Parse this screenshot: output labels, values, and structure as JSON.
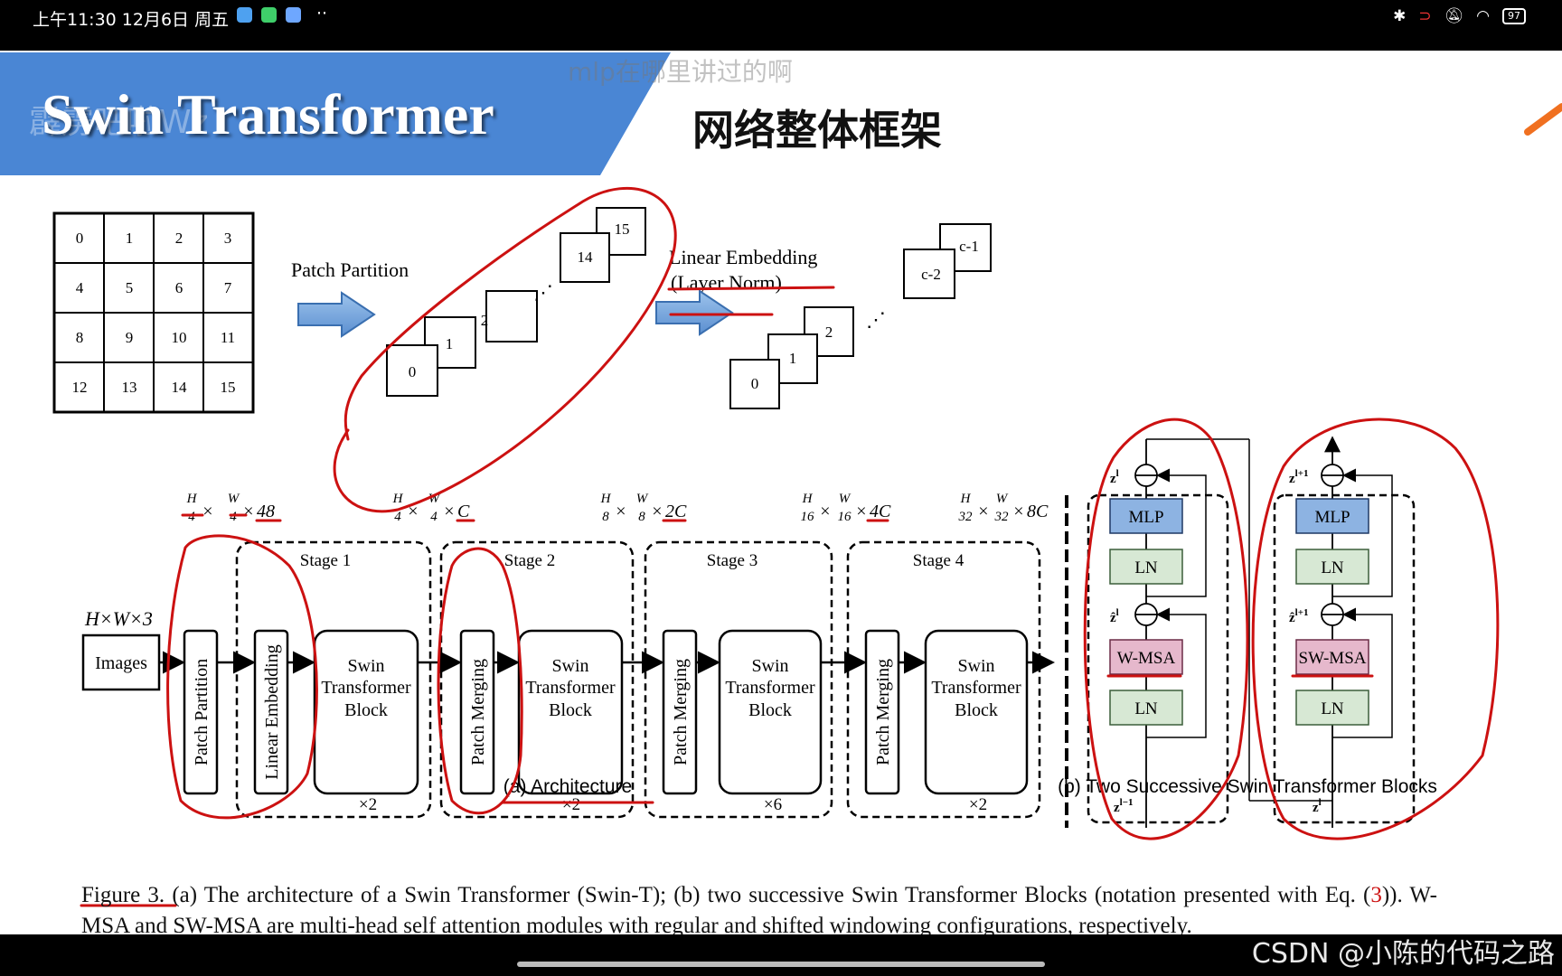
{
  "status_bar": {
    "time": "上午11:30 12月6日 周五",
    "dots": "··",
    "battery": "97"
  },
  "slide": {
    "title": "Swin Transformer",
    "subtitle": "网络整体框架",
    "overlay_question": "mlp在哪里讲过的啊",
    "overlay_left": "霹雳吧啦Wz",
    "colors": {
      "banner": "#4a86d4",
      "annotation": "#cc1111",
      "mlp_box": "#8db3e2",
      "ln_box": "#d7e8d4",
      "msa_box": "#e6b8cc"
    }
  },
  "patch_grid": {
    "cells": [
      "0",
      "1",
      "2",
      "3",
      "4",
      "5",
      "6",
      "7",
      "8",
      "9",
      "10",
      "11",
      "12",
      "13",
      "14",
      "15"
    ]
  },
  "partition": {
    "arrow_label_1": "Patch Partition",
    "patches": [
      "0",
      "1",
      "2",
      "14",
      "15"
    ],
    "arrow_label_2a": "Linear Embedding",
    "arrow_label_2b": "(Layer Norm)",
    "embed_patches": [
      "0",
      "1",
      "2",
      "c-2",
      "c-1"
    ]
  },
  "architecture": {
    "input_dims": "H×W×3",
    "input_label": "Images",
    "patch_partition": "Patch Partition",
    "linear_embedding": "Linear Embedding",
    "patch_merging": "Patch Merging",
    "block_label": [
      "Swin",
      "Transformer",
      "Block"
    ],
    "dims": [
      {
        "h": "H",
        "hd": "4",
        "w": "W",
        "wd": "4",
        "c": "48"
      },
      {
        "h": "H",
        "hd": "4",
        "w": "W",
        "wd": "4",
        "c": "C"
      },
      {
        "h": "H",
        "hd": "8",
        "w": "W",
        "wd": "8",
        "c": "2C"
      },
      {
        "h": "H",
        "hd": "16",
        "w": "W",
        "wd": "16",
        "c": "4C"
      },
      {
        "h": "H",
        "hd": "32",
        "w": "W",
        "wd": "32",
        "c": "8C"
      }
    ],
    "stages": [
      {
        "name": "Stage 1",
        "repeat": "×2"
      },
      {
        "name": "Stage 2",
        "repeat": "×2"
      },
      {
        "name": "Stage 3",
        "repeat": "×6"
      },
      {
        "name": "Stage 4",
        "repeat": "×2"
      }
    ],
    "caption_a": "(a) Architecture"
  },
  "blocks": {
    "left": {
      "mlp": "MLP",
      "ln": "LN",
      "msa": "W-MSA",
      "z_out": "z",
      "z_out_sup": "l",
      "z_hat": "ẑ",
      "z_hat_sup": "l",
      "z_in": "z",
      "z_in_sup": "l−1"
    },
    "right": {
      "mlp": "MLP",
      "ln": "LN",
      "msa": "SW-MSA",
      "z_out": "z",
      "z_out_sup": "l+1",
      "z_hat": "ẑ",
      "z_hat_sup": "l+1",
      "z_in": "z",
      "z_in_sup": "l"
    },
    "caption_b": "(b) Two Successive Swin Transformer Blocks"
  },
  "caption": {
    "fig": "Figure 3.",
    "text1": " (a) The architecture of a Swin Transformer (Swin-T); (b) two successive Swin Transformer Blocks (notation presented with Eq. (",
    "ref": "3",
    "text2": ")). W-MSA and SW-MSA are multi-head self attention modules with regular and shifted windowing configurations, respectively."
  },
  "watermark": "CSDN @小陈的代码之路"
}
